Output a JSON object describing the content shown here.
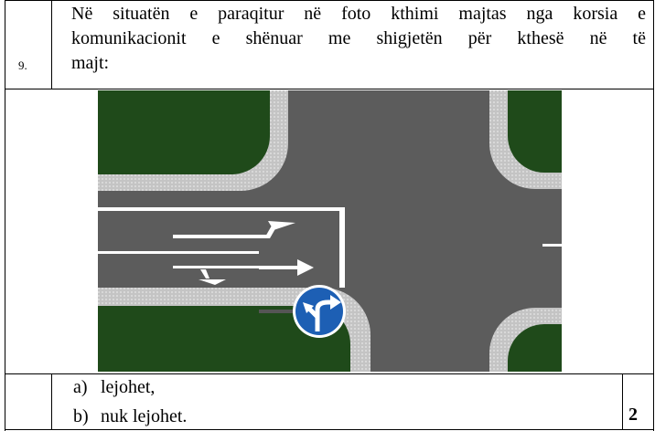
{
  "question": {
    "number": "9.",
    "text_lines": [
      "Në situatën e paraqitur në foto kthimi majtas nga korsia e",
      "komunikacionit e shënuar me shigjetën për kthesë në të",
      "majt:"
    ]
  },
  "answers": [
    {
      "label": "a)",
      "text": "lejohet,"
    },
    {
      "label": "b)",
      "text": "nuk lejohet."
    }
  ],
  "points": "2",
  "colors": {
    "road": "#5c5c5c",
    "grass": "#1f4a1a",
    "sidewalk": "#c8c8c8",
    "sign_blue": "#1d5fb4",
    "marking": "#ffffff"
  },
  "icons": [
    "road-intersection-photo",
    "mandatory-direction-sign-icon"
  ]
}
